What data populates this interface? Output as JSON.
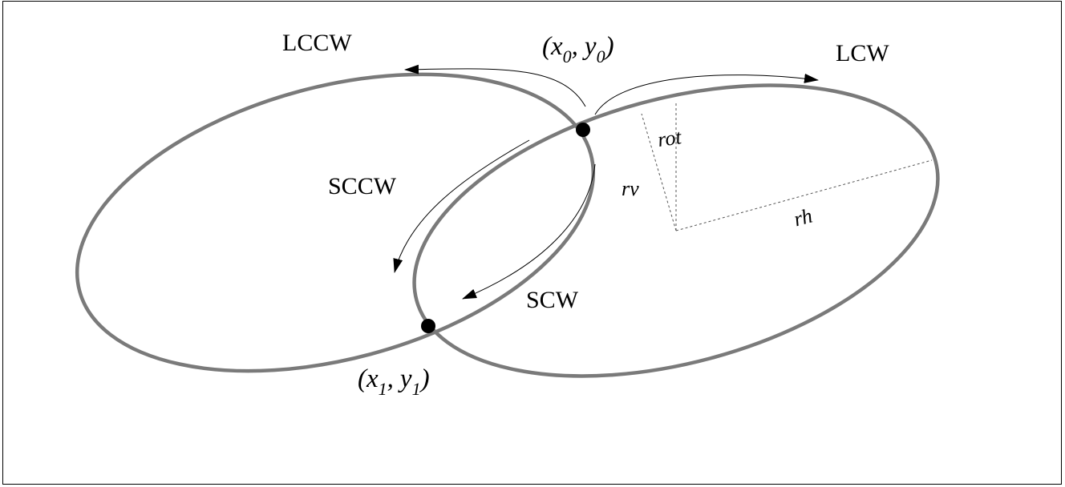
{
  "diagram": {
    "labels": {
      "lccw": "LCCW",
      "lcw": "LCW",
      "sccw": "SCCW",
      "scw": "SCW",
      "rv": "rv",
      "rh": "rh",
      "rot": "rot"
    },
    "start_point": {
      "open": "(",
      "x": "x",
      "x_sub": "0",
      "comma": ",",
      "y": "y",
      "y_sub": "0",
      "close": ")"
    },
    "end_point": {
      "open": "(",
      "x": "x",
      "x_sub": "1",
      "comma": ",",
      "y": "y",
      "y_sub": "1",
      "close": ")"
    },
    "colors": {
      "ellipse_stroke": "#7a7a7a",
      "arrow": "#000000",
      "point": "#000000",
      "frame": "#000000"
    }
  }
}
